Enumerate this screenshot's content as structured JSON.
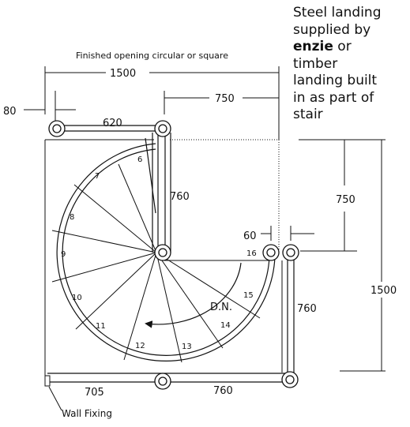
{
  "note": {
    "line1": "Steel landing",
    "line2": "supplied by",
    "brand": "enzie",
    "line3_rest": " or",
    "line4": "timber",
    "line5": "landing built",
    "line6": "in as part of",
    "line7": "stair"
  },
  "labels": {
    "opening": "Finished opening circular or square",
    "dim_1500_top": "1500",
    "dim_750_top": "750",
    "dim_80": "80",
    "dim_620": "620",
    "dim_760_center": "760",
    "dim_750_right": "750",
    "dim_60": "60",
    "dim_1500_right": "1500",
    "dim_760_right": "760",
    "dim_705": "705",
    "dim_760_bottom": "760",
    "direction": "D.N.",
    "wall_fixing": "Wall Fixing"
  },
  "steps": [
    "6",
    "7",
    "8",
    "9",
    "10",
    "11",
    "12",
    "13",
    "14",
    "15",
    "16"
  ]
}
